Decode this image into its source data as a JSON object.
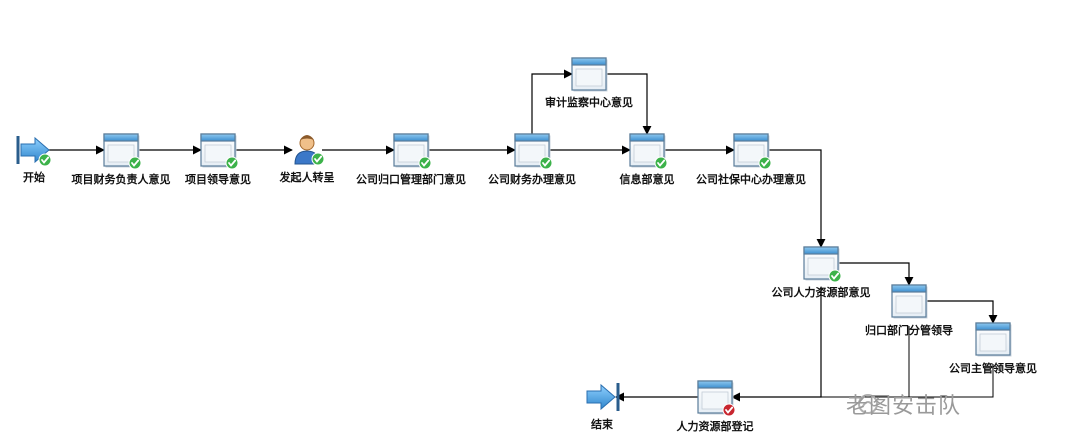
{
  "diagram": {
    "nodes": [
      {
        "id": "start",
        "label": "开始",
        "kind": "start",
        "status": "done"
      },
      {
        "id": "n1",
        "label": "项目财务负责人意见",
        "kind": "task",
        "status": "done"
      },
      {
        "id": "n2",
        "label": "项目领导意见",
        "kind": "task",
        "status": "done"
      },
      {
        "id": "n3",
        "label": "发起人转呈",
        "kind": "person",
        "status": "done"
      },
      {
        "id": "n4",
        "label": "公司归口管理部门意见",
        "kind": "task",
        "status": "done"
      },
      {
        "id": "n5",
        "label": "公司财务办理意见",
        "kind": "task",
        "status": "done"
      },
      {
        "id": "n6",
        "label": "审计监察中心意见",
        "kind": "task",
        "status": "none"
      },
      {
        "id": "n7",
        "label": "信息部意见",
        "kind": "task",
        "status": "done"
      },
      {
        "id": "n8",
        "label": "公司社保中心办理意见",
        "kind": "task",
        "status": "done"
      },
      {
        "id": "n9",
        "label": "公司人力资源部意见",
        "kind": "task",
        "status": "done"
      },
      {
        "id": "n10",
        "label": "归口部门分管领导",
        "kind": "task",
        "status": "none"
      },
      {
        "id": "n11",
        "label": "公司主管领导意见",
        "kind": "task",
        "status": "none"
      },
      {
        "id": "n12",
        "label": "人力资源部登记",
        "kind": "task",
        "status": "current"
      },
      {
        "id": "end",
        "label": "结束",
        "kind": "end",
        "status": "none"
      }
    ],
    "edges": [
      [
        "start",
        "n1"
      ],
      [
        "n1",
        "n2"
      ],
      [
        "n2",
        "n3"
      ],
      [
        "n3",
        "n4"
      ],
      [
        "n4",
        "n5"
      ],
      [
        "n5",
        "n6"
      ],
      [
        "n6",
        "n7"
      ],
      [
        "n5",
        "n7"
      ],
      [
        "n7",
        "n8"
      ],
      [
        "n8",
        "n9"
      ],
      [
        "n9",
        "n10"
      ],
      [
        "n10",
        "n11"
      ],
      [
        "n9",
        "n12"
      ],
      [
        "n10",
        "n12"
      ],
      [
        "n11",
        "n12"
      ],
      [
        "n12",
        "end"
      ]
    ]
  },
  "watermark": "老图安击队",
  "colors": {
    "done": "#3cb24a",
    "current": "#c8262f",
    "task_header": "#5aa8dc",
    "task_border": "#5a7c99",
    "line": "#000000"
  }
}
